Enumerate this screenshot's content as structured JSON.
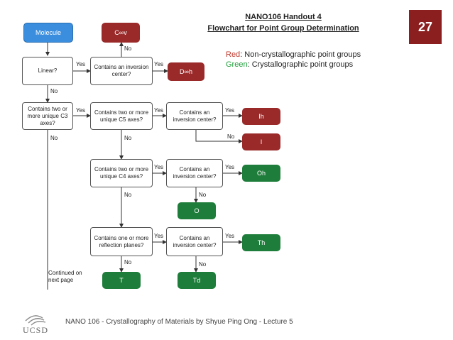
{
  "header": {
    "title_line1": "NANO106 Handout 4",
    "title_line2": "Flowchart for Point Group Determination",
    "page_number": "27"
  },
  "legend": {
    "red_label": "Red",
    "red_text": ": Non-crystallographic point groups",
    "green_label": "Green",
    "green_text": ": Crystallographic point groups",
    "red_color": "#c0392b",
    "green_color": "#1e9e3a"
  },
  "nodes": {
    "molecule": "Molecule",
    "linear": "Linear?",
    "inversion1": "Contains an inversion center?",
    "c_inf_v": "C∞v",
    "d_inf_h": "D∞h",
    "c3": "Contains two or more unique C3 axes?",
    "c5": "Contains two or more unique C5 axes?",
    "inversion_c5": "Contains an inversion center?",
    "ih": "Ih",
    "i": "I",
    "c4": "Contains two or more unique C4 axes?",
    "inversion_c4": "Contains an inversion center?",
    "oh": "Oh",
    "o": "O",
    "reflection": "Contains one or more reflection planes?",
    "inversion_t": "Contains an inversion center?",
    "th": "Th",
    "t": "T",
    "td": "Td"
  },
  "labels": {
    "yes": "Yes",
    "no": "No",
    "continued": "Continued on next page"
  },
  "footer": {
    "text": "NANO 106 - Crystallography of Materials by Shyue Ping Ong - Lecture 5",
    "logo_text": "UCSD"
  }
}
